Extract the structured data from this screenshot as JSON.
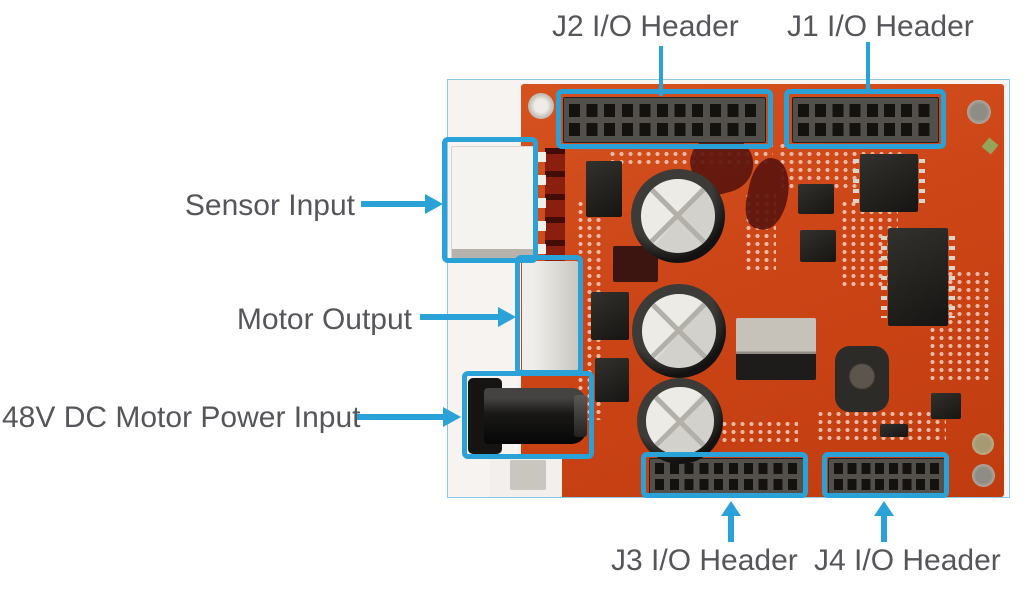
{
  "annotations": {
    "top": [
      {
        "id": "j2",
        "label": "J2 I/O Header"
      },
      {
        "id": "j1",
        "label": "J1 I/O Header"
      }
    ],
    "left": [
      {
        "id": "sensor",
        "label": "Sensor Input"
      },
      {
        "id": "motor",
        "label": "Motor Output"
      },
      {
        "id": "power",
        "label": "48V DC Motor Power Input"
      }
    ],
    "bottom": [
      {
        "id": "j3",
        "label": "J3 I/O Header"
      },
      {
        "id": "j4",
        "label": "J4 I/O Header"
      }
    ]
  },
  "photo": {
    "description": "Top view photo of an orange motor-driver PCB with two top I/O pin headers (J2, J1), two bottom I/O pin headers (J3, J4), a white sensor input connector, a motor output screw terminal, a 48V DC barrel-jack power input and three electrolytic capacitors"
  },
  "colors": {
    "annotation_blue": "#2aa2d8",
    "pcb_orange": "#cc4517",
    "label_text": "#55565a",
    "background": "#ffffff"
  }
}
